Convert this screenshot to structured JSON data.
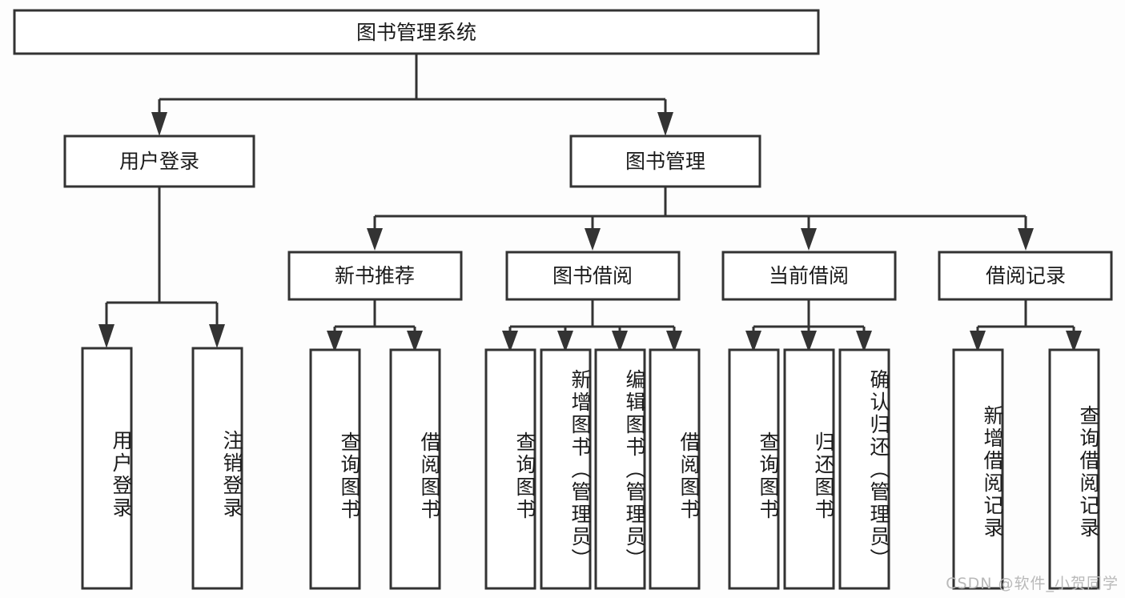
{
  "diagram": {
    "type": "tree-hierarchy",
    "title": "图书管理系统",
    "watermark": "CSDN @软件_小贺同学",
    "colors": {
      "background": "#fdfdfd",
      "box_fill": "#ffffff",
      "box_stroke": "#333333",
      "text": "#1b1b1b",
      "watermark": "#b9b9b9"
    },
    "levels": {
      "root": {
        "label": "图书管理系统"
      },
      "level2": [
        {
          "label": "用户登录"
        },
        {
          "label": "图书管理"
        }
      ],
      "level3": [
        {
          "label": "新书推荐"
        },
        {
          "label": "图书借阅"
        },
        {
          "label": "当前借阅"
        },
        {
          "label": "借阅记录"
        }
      ],
      "leaves": {
        "user_login": [
          {
            "label": "用户登录"
          },
          {
            "label": "注销登录"
          }
        ],
        "new_book_recommend": [
          {
            "label": "查询图书"
          },
          {
            "label": "借阅图书"
          }
        ],
        "book_borrow": [
          {
            "label": "查询图书"
          },
          {
            "label": "新增图书（管理员）"
          },
          {
            "label": "编辑图书（管理员）"
          },
          {
            "label": "借阅图书"
          }
        ],
        "current_borrow": [
          {
            "label": "查询图书"
          },
          {
            "label": "归还图书"
          },
          {
            "label": "确认归还（管理员）"
          }
        ],
        "borrow_record": [
          {
            "label": "新增借阅记录"
          },
          {
            "label": "查询借阅记录"
          }
        ]
      }
    }
  }
}
